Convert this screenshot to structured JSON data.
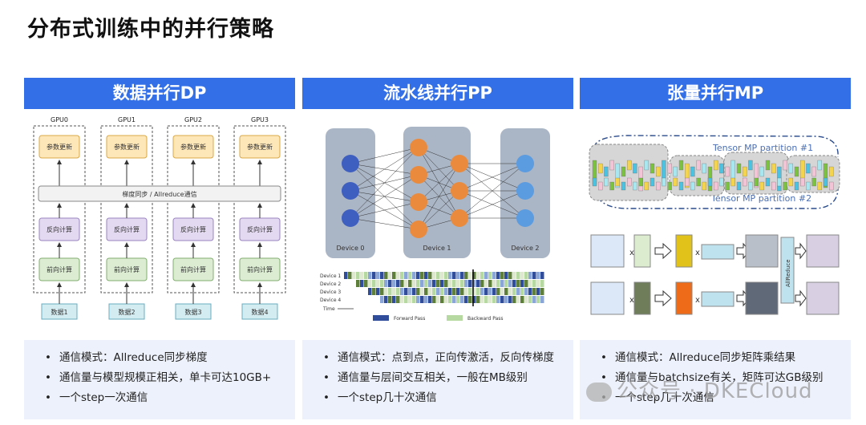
{
  "title": "分布式训练中的并行策略",
  "panels": [
    {
      "header": "数据并行DP",
      "bullets": [
        "通信模式：Allreduce同步梯度",
        "通信量与模型规模正相关，单卡可达10GB+",
        "一个step一次通信"
      ],
      "diagram": {
        "gpus": [
          "GPU0",
          "GPU1",
          "GPU2",
          "GPU3"
        ],
        "update_label": "参数更新",
        "sync_label": "梯度同步 / Allreduce通信",
        "backward_label": "反向计算",
        "forward_label": "前向计算",
        "data_labels": [
          "数据1",
          "数据2",
          "数据3",
          "数据4"
        ]
      }
    },
    {
      "header": "流水线并行PP",
      "bullets": [
        "通信模式：点到点，正向传激活，反向传梯度",
        "通信量与层间交互相关，一般在MB级别",
        "一个step几十次通信"
      ],
      "diagram": {
        "devices": [
          "Device 0",
          "Device 1",
          "Device 2"
        ],
        "timeline_rows": [
          "Device 1",
          "Device 2",
          "Device 3",
          "Device 4"
        ],
        "time_label": "Time",
        "legend": [
          "Forward Pass",
          "Backward Pass"
        ]
      }
    },
    {
      "header": "张量并行MP",
      "bullets": [
        "通信模式：Allreduce同步矩阵乘结果",
        "通信量与batchsize有关，矩阵可达GB级别",
        "一个step几十次通信"
      ],
      "diagram": {
        "partitions": [
          "Tensor MP partition #1",
          "Tensor MP partition #2"
        ],
        "op_symbol": "x",
        "allreduce_label": "AllReduce"
      }
    }
  ],
  "watermark": "公众号 · DKECloud",
  "colors": {
    "header_blue": "#3370e8",
    "bullet_bg": "#edf1fb"
  }
}
